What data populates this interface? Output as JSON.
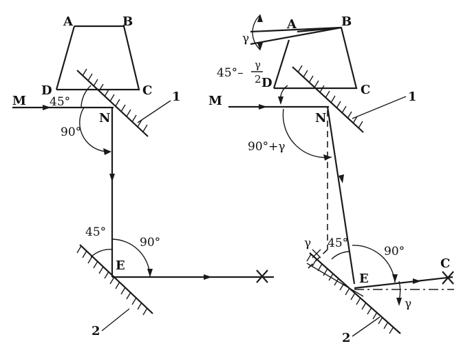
{
  "left": {
    "points": {
      "A": "A",
      "B": "B",
      "C": "C",
      "D": "D",
      "M": "M",
      "N": "N",
      "E": "E"
    },
    "angle_45_top": "45°",
    "angle_90_top": "90°",
    "angle_45_bottom": "45°",
    "angle_90_bottom": "90°",
    "mirror_1": "1",
    "mirror_2": "2"
  },
  "right": {
    "points": {
      "A": "A",
      "B": "B",
      "C": "C",
      "D": "D",
      "M": "M",
      "N": "N",
      "E": "E",
      "C2": "C"
    },
    "gamma_top": "γ",
    "angle_45_minus_prefix": "45°–",
    "angle_45_minus_num": "γ",
    "angle_45_minus_den": "2",
    "angle_90_plus_gamma": "90°+γ",
    "gamma_e": "γ",
    "angle_45_bottom": "45°",
    "angle_90_bottom": "90°",
    "gamma_bottom": "γ",
    "mirror_1": "1",
    "mirror_2": "2"
  }
}
